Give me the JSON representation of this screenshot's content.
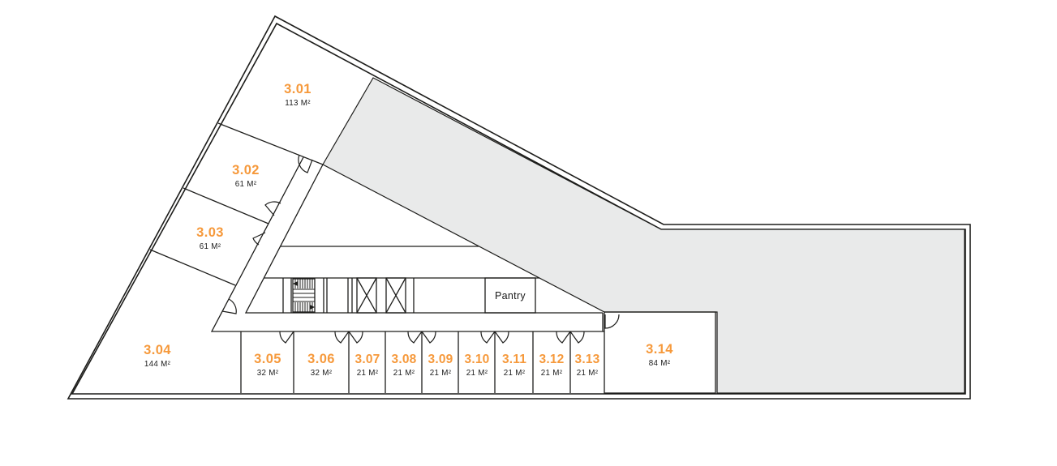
{
  "plan": {
    "floor_prefix": "3",
    "units": [
      {
        "label": "3.01",
        "area": "113 M²"
      },
      {
        "label": "3.02",
        "area": "61 M²"
      },
      {
        "label": "3.03",
        "area": "61 M²"
      },
      {
        "label": "3.04",
        "area": "144 M²"
      },
      {
        "label": "3.05",
        "area": "32 M²"
      },
      {
        "label": "3.06",
        "area": "32 M²"
      },
      {
        "label": "3.07",
        "area": "21 M²"
      },
      {
        "label": "3.08",
        "area": "21 M²"
      },
      {
        "label": "3.09",
        "area": "21 M²"
      },
      {
        "label": "3.10",
        "area": "21 M²"
      },
      {
        "label": "3.11",
        "area": "21 M²"
      },
      {
        "label": "3.12",
        "area": "21 M²"
      },
      {
        "label": "3.13",
        "area": "21 M²"
      },
      {
        "label": "3.14",
        "area": "84 M²"
      }
    ],
    "rooms": {
      "pantry": "Pantry"
    },
    "icons": {
      "stairs": "stairs-icon",
      "elevator": "elevator-x-icon",
      "door": "door-swing-icon"
    },
    "colors": {
      "accent": "#F6993B",
      "wall": "#1D1D1B",
      "shade": "#E9EAEA",
      "text": "#1A1A1A"
    }
  }
}
